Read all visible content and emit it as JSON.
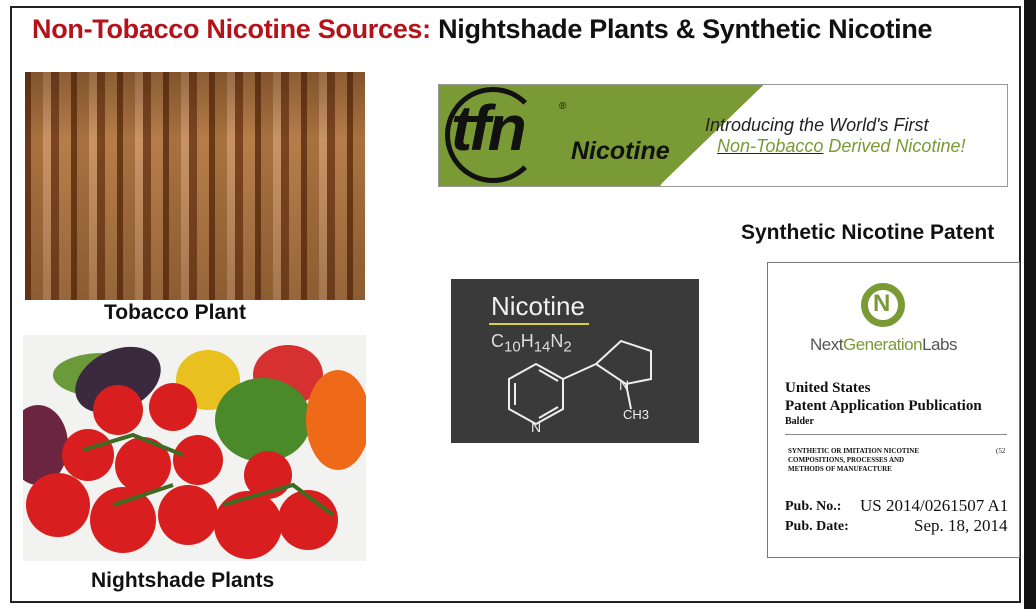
{
  "slide": {
    "title_highlight": "Non-Tobacco Nicotine Sources:",
    "title_rest": "Nightshade Plants & Synthetic Nicotine"
  },
  "tobacco": {
    "caption": "Tobacco Plant"
  },
  "nightshade": {
    "caption": "Nightshade Plants"
  },
  "banner": {
    "logo": "tfn",
    "logo_word": "Nicotine",
    "registered": "®",
    "tagline_1": "Introducing the World's First",
    "tagline_underlined": "Non-Tobacco",
    "tagline_2_rest": " Derived Nicotine!",
    "brand_color": "#7a9a35"
  },
  "chalkboard": {
    "title": "Nicotine",
    "formula_parts": [
      "C",
      "10",
      "H",
      "14",
      "N",
      "2"
    ],
    "atom_n1": "N",
    "atom_n2": "N",
    "methyl": "CH3"
  },
  "patent": {
    "heading": "Synthetic Nicotine Patent",
    "company_next": "Next",
    "company_generation": "Generation",
    "company_labs": "Labs",
    "country": "United States",
    "doc_type": "Patent Application Publication",
    "inventor": "Balder",
    "title_lines": [
      "SYNTHETIC OR IMITATION NICOTINE",
      "COMPOSITIONS, PROCESSES AND",
      "METHODS OF MANUFACTURE"
    ],
    "field_code": "(52",
    "pub_no_label": "Pub. No.:",
    "pub_no": "US 2014/0261507 A1",
    "pub_date_label": "Pub. Date:",
    "pub_date": "Sep. 18, 2014"
  }
}
